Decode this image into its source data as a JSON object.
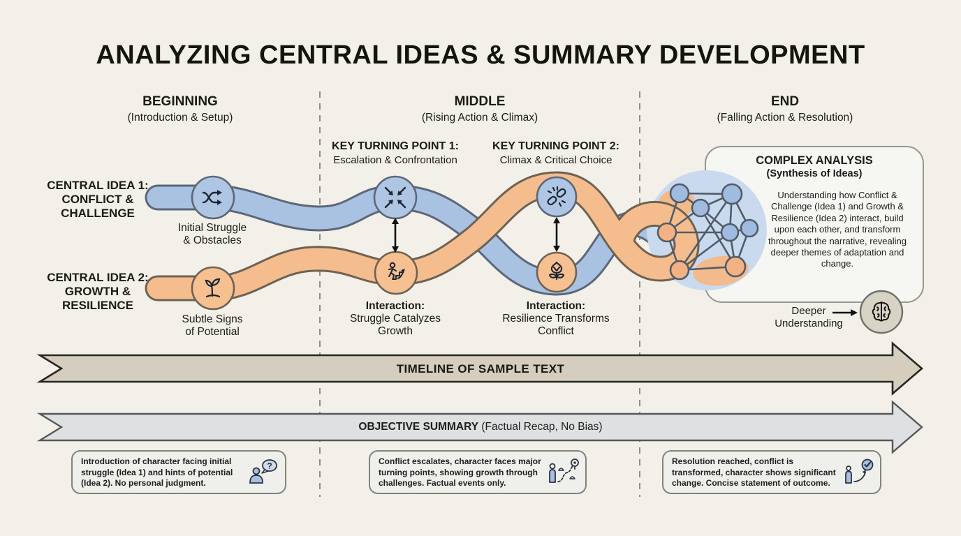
{
  "title": "ANALYZING CENTRAL IDEAS & SUMMARY DEVELOPMENT",
  "columns": [
    {
      "label": "BEGINNING",
      "sub": "(Introduction & Setup)"
    },
    {
      "label": "MIDDLE",
      "sub": "(Rising Action & Climax)"
    },
    {
      "label": "END",
      "sub": "(Falling Action & Resolution)"
    }
  ],
  "ideas": [
    {
      "label_lines": [
        "CENTRAL IDEA 1:",
        "CONFLICT &",
        "CHALLENGE"
      ],
      "caption_lines": [
        "Initial Struggle",
        "& Obstacles"
      ],
      "icon": "shuffle-arrows-icon",
      "ribbon_color": "#a9c2e2"
    },
    {
      "label_lines": [
        "CENTRAL IDEA 2:",
        "GROWTH &",
        "RESILIENCE"
      ],
      "caption_lines": [
        "Subtle Signs",
        "of Potential"
      ],
      "icon": "sprout-icon",
      "ribbon_color": "#f5bd8d"
    }
  ],
  "turning_points": [
    {
      "label": "KEY TURNING POINT 1:",
      "sub": "Escalation & Confrontation",
      "interaction_title": "Interaction:",
      "interaction_lines": [
        "Struggle Catalyzes",
        "Growth"
      ],
      "top_icon": "converging-arrows-icon",
      "bottom_icon": "person-climbing-icon"
    },
    {
      "label": "KEY TURNING POINT 2:",
      "sub": "Climax & Critical Choice",
      "interaction_title": "Interaction:",
      "interaction_lines": [
        "Resilience Transforms",
        "Conflict"
      ],
      "top_icon": "broken-chain-icon",
      "bottom_icon": "flower-icon"
    }
  ],
  "complex_analysis": {
    "title": "COMPLEX ANALYSIS",
    "subtitle": "(Synthesis of Ideas)",
    "body": "Understanding how Conflict & Challenge (Idea 1) and Growth & Resilience (Idea 2) interact, build upon each other, and transform throughout the narrative, revealing deeper themes of adaptation and change.",
    "icon": "network-synthesis-icon"
  },
  "deeper_understanding": {
    "lines": [
      "Deeper",
      "Understanding"
    ],
    "icon": "brain-icon"
  },
  "banners": [
    {
      "text": "TIMELINE OF SAMPLE TEXT",
      "color": "#d5cdbd"
    },
    {
      "bold": "OBJECTIVE SUMMARY",
      "rest": " (Factual Recap, No Bias)",
      "color": "#dee0e1"
    }
  ],
  "summaries": [
    {
      "text": "Introduction of character facing initial struggle (Idea 1) and hints of potential (Idea 2). No personal judgment.",
      "icon": "person-question-icon",
      "icon_glyph": "?"
    },
    {
      "text": "Conflict escalates, character faces major turning points, showing growth through challenges. Factual events only.",
      "icon": "person-journey-icon"
    },
    {
      "text": "Resolution reached, conflict is transformed, character shows significant change. Concise statement of outcome.",
      "icon": "person-check-icon"
    }
  ],
  "colors": {
    "background": "#f2f0e8",
    "blue_ribbon": "#a9c2e2",
    "blue_border": "#5c6778",
    "orange_ribbon": "#f5bd8d",
    "orange_border": "#6e6254",
    "icon_stroke": "#1d2633",
    "timeline_banner": "#d5cdbd",
    "objective_banner": "#dee0e1",
    "analysis_box": "#f6f6f3",
    "network_blob": "#c9daee",
    "summary_box": "#efefec"
  }
}
